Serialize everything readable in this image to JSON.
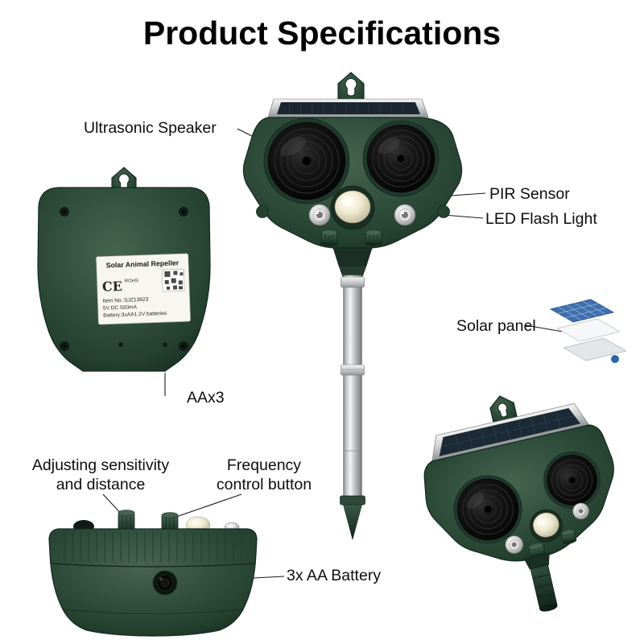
{
  "title": "Product Specifications",
  "labels": {
    "ultrasonic_speaker": "Ultrasonic Speaker",
    "pir_sensor": "PIR Sensor",
    "led_flash_light": "LED Flash Light",
    "solar_panel": "Solar panel",
    "aa_x3": "AAx3",
    "adjusting_line1": "Adjusting sensitivity",
    "adjusting_line2": "and distance",
    "frequency_line1": "Frequency",
    "frequency_line2": "control button",
    "battery_3aa": "3x AA  Battery"
  },
  "sticker": {
    "product_name": "Solar Animal Repeller",
    "ce_mark": "CE",
    "rohs_mark": "ROHS",
    "item_no": "Item No.:SJZ13823",
    "power": "5V DC 500mA",
    "battery_spec": "Battery:3xAA1.2V batteries"
  },
  "colors": {
    "body_green": "#2e4a3b",
    "stake_silver": "#c3c7c9",
    "solar_blue": "#3f6fae",
    "label_text": "#0d0d0d"
  }
}
